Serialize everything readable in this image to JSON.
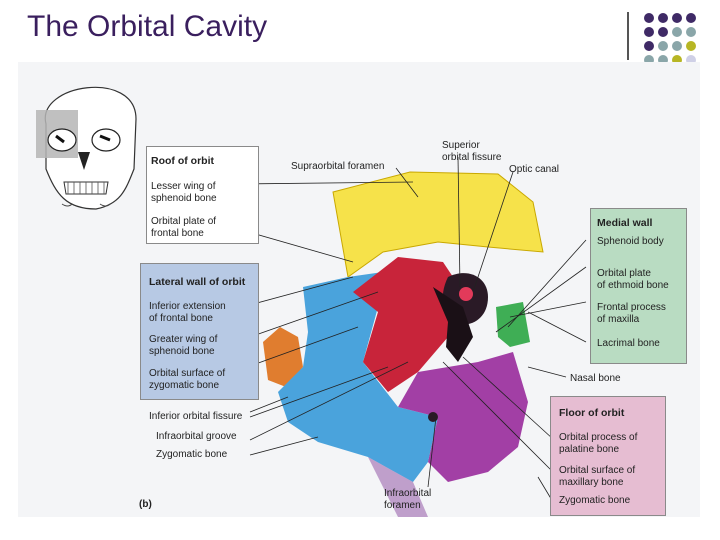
{
  "page": {
    "title": "The Orbital Cavity"
  },
  "figure": {
    "panel_label": "(b)"
  },
  "boxes": {
    "roof": {
      "title": "Roof of orbit",
      "color": "#ffffff",
      "items": [
        "Lesser wing of\nsphenoid bone",
        "Orbital plate of\nfrontal bone"
      ]
    },
    "lateral": {
      "title": "Lateral wall of orbit",
      "color": "#b7c9e4",
      "items": [
        "Inferior extension\nof frontal bone",
        "Greater wing of\nsphenoid bone",
        "Orbital surface of\nzygomatic bone"
      ]
    },
    "medial": {
      "title": "Medial wall",
      "color": "#b9dcc2",
      "items": [
        "Sphenoid body",
        "Orbital plate\nof ethmoid bone",
        "Frontal process\nof maxilla",
        "Lacrimal bone"
      ]
    },
    "floor": {
      "title": "Floor of orbit",
      "color": "#e6bdd2",
      "items": [
        "Orbital process of\npalatine bone",
        "Orbital surface of\nmaxillary bone",
        "Zygomatic bone"
      ]
    }
  },
  "labels": {
    "superior_fissure": "Superior\norbital fissure",
    "supraorbital_foramen": "Supraorbital foramen",
    "optic_canal": "Optic canal",
    "inferior_fissure": "Inferior orbital fissure",
    "infraorbital_groove": "Infraorbital groove",
    "zygomatic_bone": "Zygomatic bone",
    "infraorbital_foramen": "Infraorbital\nforamen",
    "nasal_bone": "Nasal bone"
  },
  "colors": {
    "title": "#3a1f5e",
    "frontal_yellow": "#f6e24a",
    "sphenoid_red": "#c8243a",
    "zygomatic_blue": "#4aa3dc",
    "maxilla_purple": "#a23fa5",
    "ethmoid_green": "#3fae55",
    "lacrimal_orange": "#e07d2f",
    "palatine_dark": "#2a1a26",
    "dot_purple": "#3f2a66",
    "dot_teal": "#8aa6a9",
    "dot_olive": "#b7b624"
  }
}
